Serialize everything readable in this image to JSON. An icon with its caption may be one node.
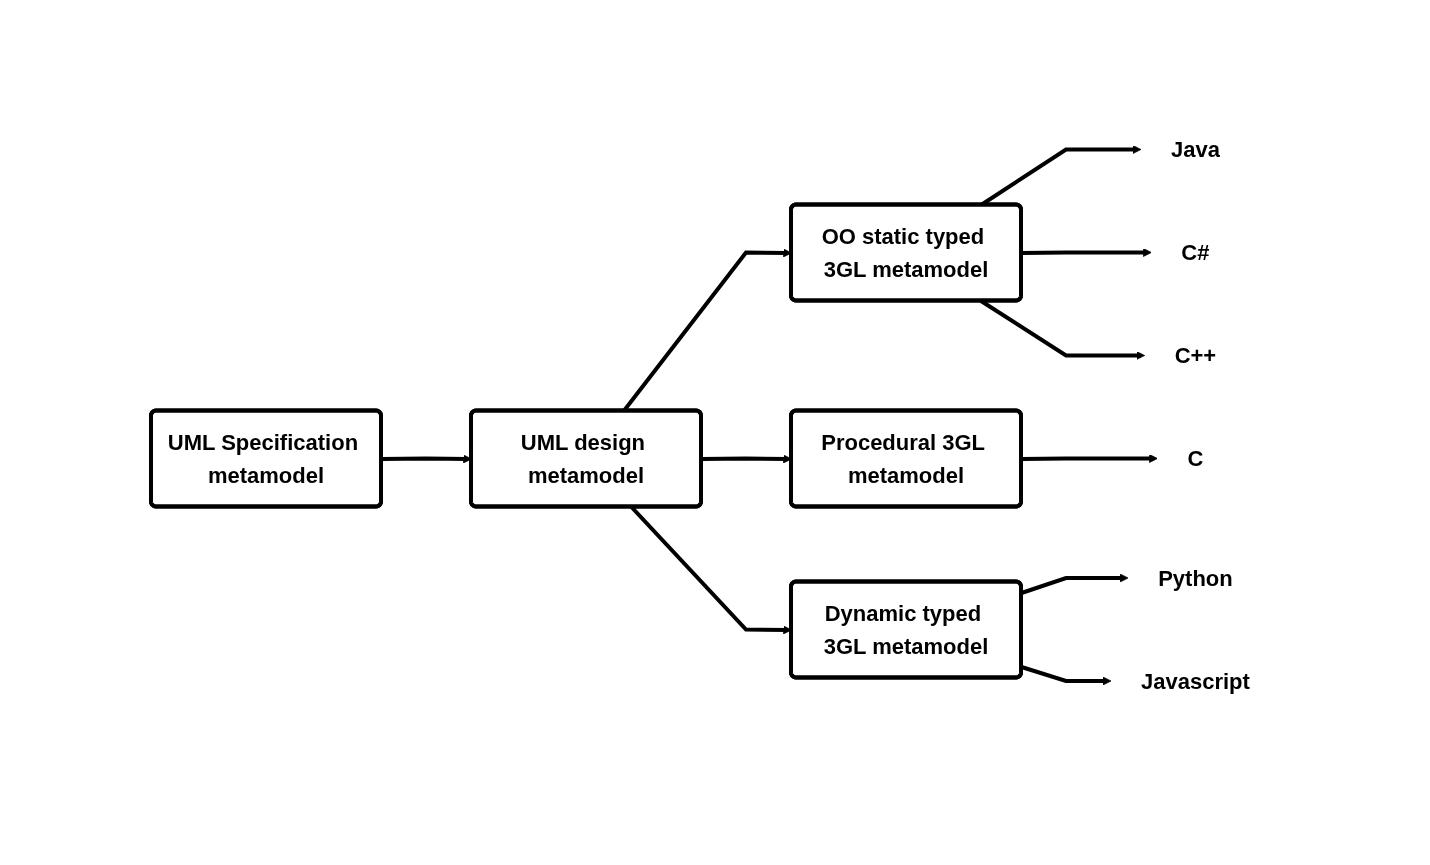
{
  "diagram": {
    "nodes": [
      {
        "text": [
          "UML Specification metamodel"
        ]
      },
      {
        "text": [
          "UML design metamodel"
        ]
      },
      {
        "text": [
          "OO static typed 3GL metamodel"
        ]
      },
      {
        "text": [
          "Procedural 3GL metamodel"
        ]
      },
      {
        "text": [
          "Dynamic typed 3GL metamodel"
        ]
      },
      {
        "text": [
          "Java"
        ]
      },
      {
        "text": [
          "C#"
        ]
      },
      {
        "text": [
          "C++"
        ]
      },
      {
        "text": [
          "C"
        ]
      },
      {
        "text": [
          "Python"
        ]
      },
      {
        "text": [
          "Javascript"
        ]
      }
    ],
    "edges": [
      {
        "from": 0,
        "to": 1,
        "arrow": "to"
      },
      {
        "from": 1,
        "to": 2,
        "arrow": "to"
      },
      {
        "from": 1,
        "to": 3,
        "arrow": "to"
      },
      {
        "from": 1,
        "to": 4,
        "arrow": "to"
      },
      {
        "from": 2,
        "to": 5,
        "arrow": "to"
      },
      {
        "from": 2,
        "to": 6,
        "arrow": "to"
      },
      {
        "from": 2,
        "to": 7,
        "arrow": "to"
      },
      {
        "from": 3,
        "to": 8,
        "arrow": "to"
      },
      {
        "from": 4,
        "to": 9,
        "arrow": "to"
      },
      {
        "from": 4,
        "to": 10,
        "arrow": "to"
      }
    ]
  }
}
